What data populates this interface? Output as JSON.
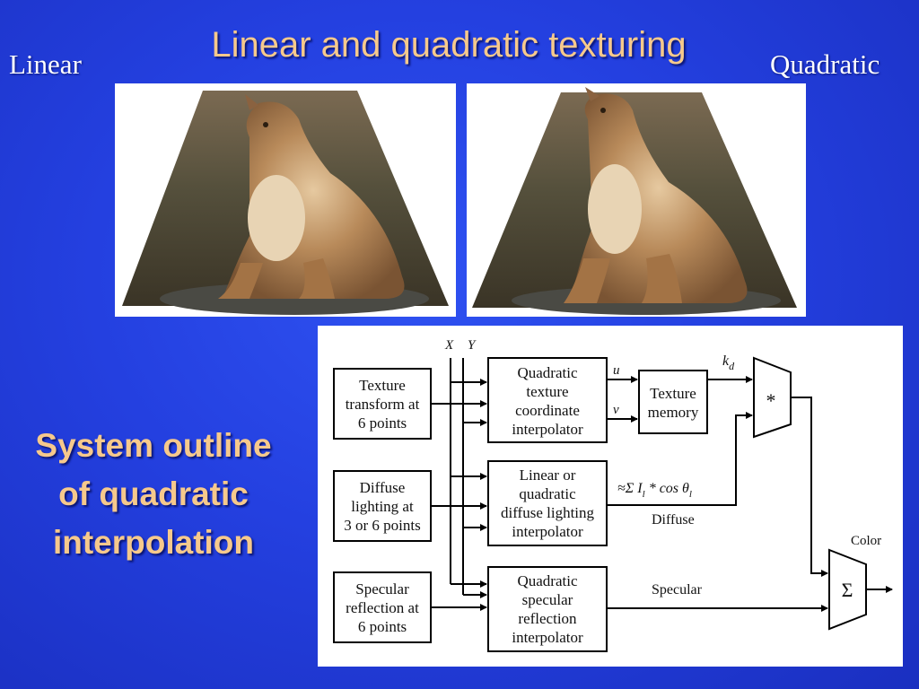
{
  "title": "Linear and quadratic texturing",
  "labels": {
    "linear": "Linear",
    "quadratic": "Quadratic"
  },
  "outline_lines": [
    "System outline",
    "of quadratic",
    "interpolation"
  ],
  "diagram": {
    "axis_x": "X",
    "axis_y": "Y",
    "inputs": {
      "texture": [
        "Texture",
        "transform at",
        "6 points"
      ],
      "diffuse": [
        "Diffuse",
        "lighting at",
        "3 or 6 points"
      ],
      "specular": [
        "Specular",
        "reflection at",
        "6 points"
      ]
    },
    "interpolators": {
      "texture": [
        "Quadratic",
        "texture",
        "coordinate",
        "interpolator"
      ],
      "diffuse": [
        "Linear or",
        "quadratic",
        "diffuse lighting",
        "interpolator"
      ],
      "specular": [
        "Quadratic",
        "specular",
        "reflection",
        "interpolator"
      ]
    },
    "memory": [
      "Texture",
      "memory"
    ],
    "u": "u",
    "v": "v",
    "kd": "k",
    "kd_sub": "d",
    "multiply": "*",
    "sum": "Σ",
    "diffuse_formula": "≈Σ I",
    "diffuse_formula_sub": "l",
    "diffuse_formula_rest": " * cos θ",
    "diffuse_formula_sub2": "l",
    "diffuse_label": "Diffuse",
    "specular_label": "Specular",
    "color_label": "Color"
  },
  "colors": {
    "title": "#f6c98c",
    "background": "#2440e0"
  }
}
